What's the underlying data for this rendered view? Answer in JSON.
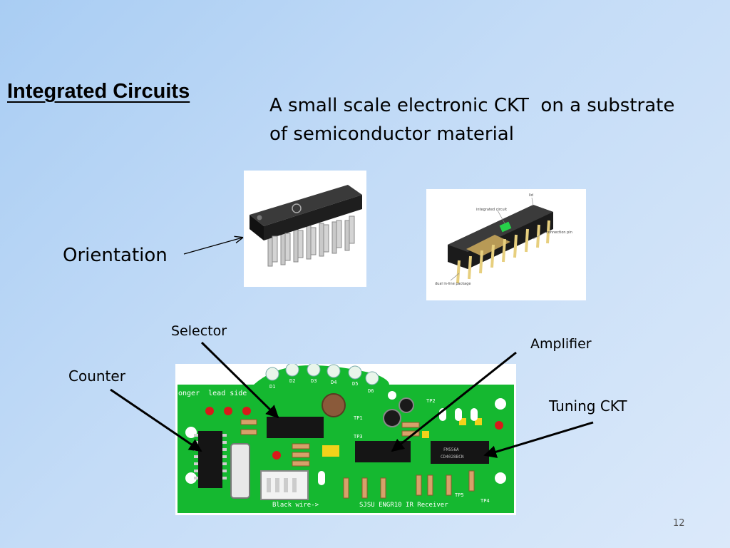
{
  "slide": {
    "title": "Integrated Circuits",
    "subtitle_line1": "A small scale electronic CKT  on a substrate",
    "subtitle_line2": "of semiconductor material",
    "labels": {
      "orientation": "Orientation",
      "selector": "Selector",
      "amplifier": "Amplifier",
      "counter": "Counter",
      "tuning": "Tuning CKT"
    },
    "page_number": "12"
  },
  "board": {
    "silk_top": "onger  lead side",
    "silk_bottom": "Black wire->",
    "silk_name": "SJSU ENGR10 IR Receiver",
    "chip_text_1": "CD4028BCN",
    "chip_text_2": "FM556A",
    "points": [
      "TP1",
      "TP2",
      "TP3",
      "TP4",
      "TP5"
    ],
    "leds": [
      "D1",
      "D2",
      "D3",
      "D4",
      "D5",
      "D6"
    ]
  },
  "cutaway_labels": [
    "lid",
    "integrated circuit",
    "connection pin",
    "dual in-line package"
  ],
  "colors": {
    "pcb": "#15b830",
    "chip": "#1c1c1c",
    "bg_left": "#a9cdf3",
    "bg_right": "#dbe9fa"
  }
}
